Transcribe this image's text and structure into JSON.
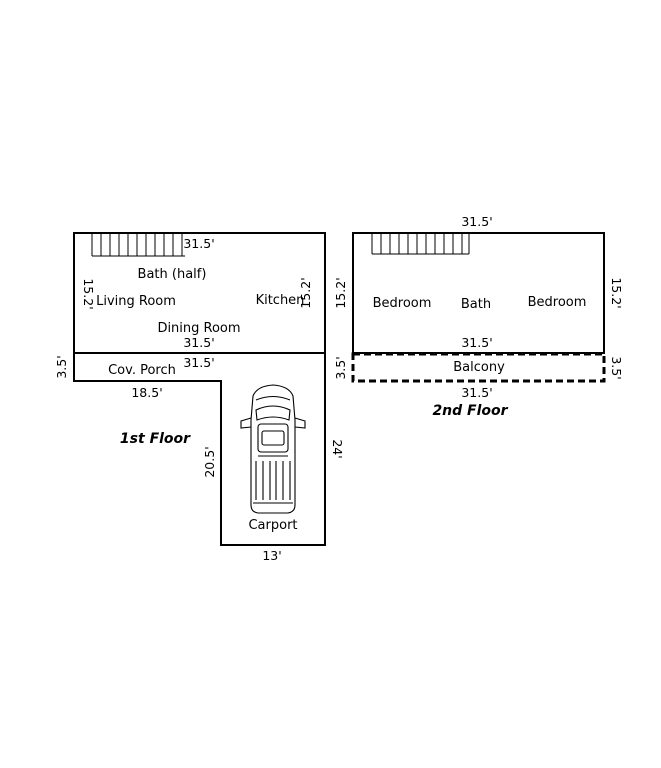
{
  "first_floor": {
    "floor_label": "1st Floor",
    "rooms": {
      "bath_half": "Bath (half)",
      "living_room": "Living Room",
      "kitchen": "Kitchen",
      "dining_room": "Dining Room",
      "cov_porch": "Cov. Porch",
      "carport": "Carport"
    },
    "dims": {
      "top_width": "31.5'",
      "left_height": "15.2'",
      "right_height": "15.2'",
      "bottom_width": "31.5'",
      "porch_top_width": "31.5'",
      "porch_height": "3.5'",
      "porch_bottom_width": "18.5'",
      "carport_left": "20.5'",
      "carport_right": "24'",
      "carport_bottom": "13'"
    }
  },
  "second_floor": {
    "floor_label": "2nd Floor",
    "rooms": {
      "bedroom_left": "Bedroom",
      "bath": "Bath",
      "bedroom_right": "Bedroom",
      "balcony": "Balcony"
    },
    "dims": {
      "top_width": "31.5'",
      "left_height": "15.2'",
      "right_height": "15.2'",
      "mid_width": "31.5'",
      "balcony_left": "3.5'",
      "balcony_right": "3.5'",
      "balcony_bottom": "31.5'"
    }
  }
}
